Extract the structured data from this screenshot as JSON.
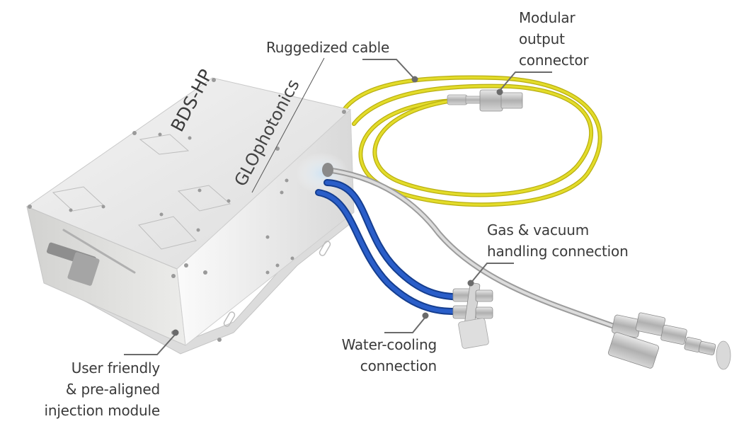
{
  "figure": {
    "device": {
      "model_label": "BDS-HP",
      "brand_label": "GLOphotonics"
    },
    "callouts": [
      {
        "id": "ruggedized-cable",
        "lines": [
          "Ruggedized cable"
        ]
      },
      {
        "id": "modular-output-connector",
        "lines": [
          "Modular",
          "output",
          "connector"
        ]
      },
      {
        "id": "gas-vacuum-connection",
        "lines": [
          "Gas & vacuum",
          "handling connection"
        ]
      },
      {
        "id": "water-cooling-connection",
        "lines": [
          "Water-cooling",
          "connection"
        ]
      },
      {
        "id": "injection-module",
        "lines": [
          "User friendly",
          "& pre-aligned",
          "injection module"
        ]
      }
    ],
    "colors": {
      "text": "#3a3a3a",
      "leader_line": "#6b6b6b",
      "cable_yellow": "#d9d21c",
      "hose_blue": "#1f4fb0",
      "steel": "#b9bcbf",
      "housing": "#e9eaea"
    }
  }
}
